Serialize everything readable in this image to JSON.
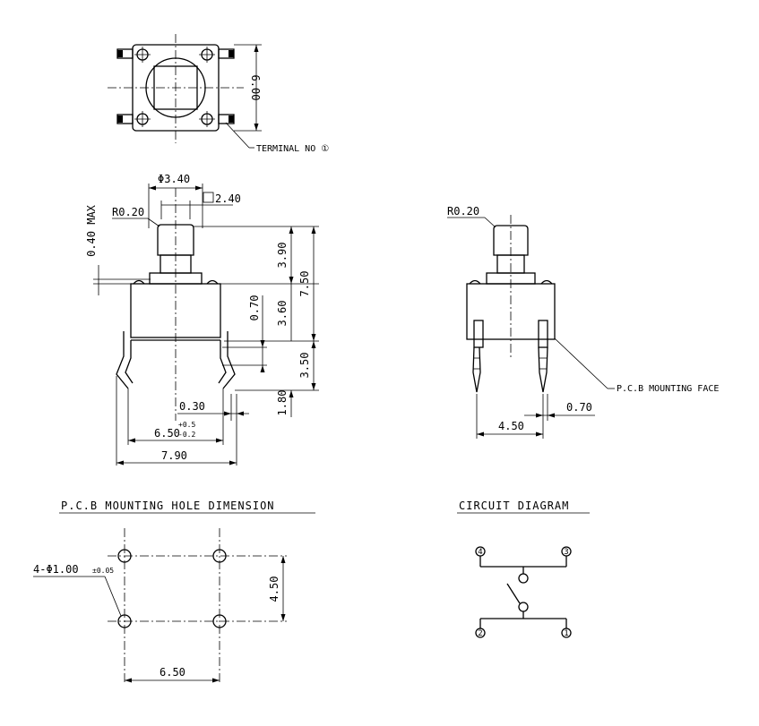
{
  "top_view": {
    "dim_height": "6.00",
    "terminal_label": "TERMINAL NO ①"
  },
  "front_view": {
    "dim_diameter": "Φ3.40",
    "dim_square": "2.40",
    "radius": "R0.20",
    "max_label": "0.40 MAX",
    "dim_390": "3.90",
    "dim_750": "7.50",
    "dim_070": "0.70",
    "dim_360": "3.60",
    "dim_350": "3.50",
    "dim_180": "1.80",
    "dim_030": "0.30",
    "dim_650": "6.50",
    "tol_plus": "+0.5",
    "tol_minus": "-0.2",
    "dim_790": "7.90"
  },
  "side_view": {
    "radius": "R0.20",
    "mount_face_label": "P.C.B MOUNTING FACE",
    "dim_070": "0.70",
    "dim_450": "4.50"
  },
  "pcb_holes": {
    "title": "P.C.B MOUNTING HOLE DIMENSION",
    "hole_prefix": "4-Φ1.00",
    "hole_tol": "±0.05",
    "dim_450": "4.50",
    "dim_650": "6.50"
  },
  "circuit": {
    "title": "CIRCUIT DIAGRAM",
    "pins": [
      "4",
      "3",
      "2",
      "1"
    ]
  }
}
